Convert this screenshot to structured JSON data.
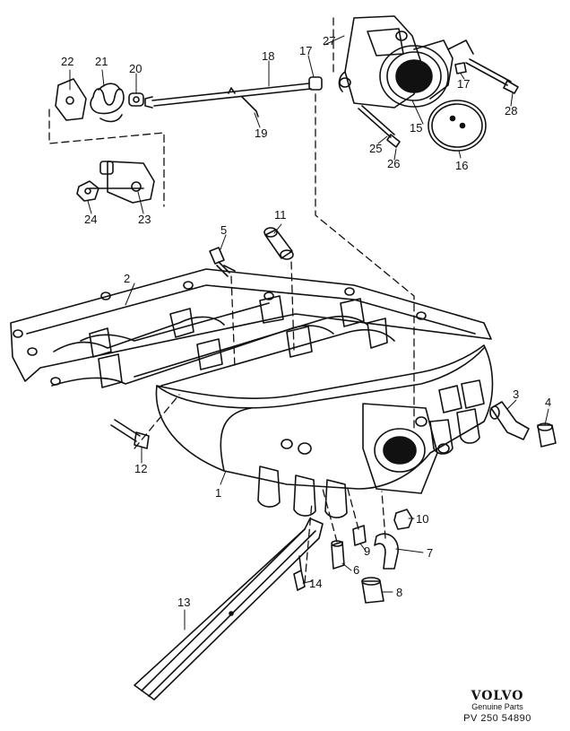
{
  "callouts": {
    "c1": "1",
    "c2": "2",
    "c3": "3",
    "c4": "4",
    "c5": "5",
    "c6": "6",
    "c7": "7",
    "c8": "8",
    "c9": "9",
    "c10": "10",
    "c11": "11",
    "c12": "12",
    "c13": "13",
    "c14": "14",
    "c15": "15",
    "c16": "16",
    "c17a": "17",
    "c17b": "17",
    "c18": "18",
    "c19": "19",
    "c20": "20",
    "c21": "21",
    "c22": "22",
    "c23": "23",
    "c24": "24",
    "c25": "25",
    "c26": "26",
    "c27": "27",
    "c28": "28"
  },
  "brand": {
    "logo": "VOLVO",
    "subtitle": "Genuine Parts",
    "code": "PV 250 54890"
  }
}
